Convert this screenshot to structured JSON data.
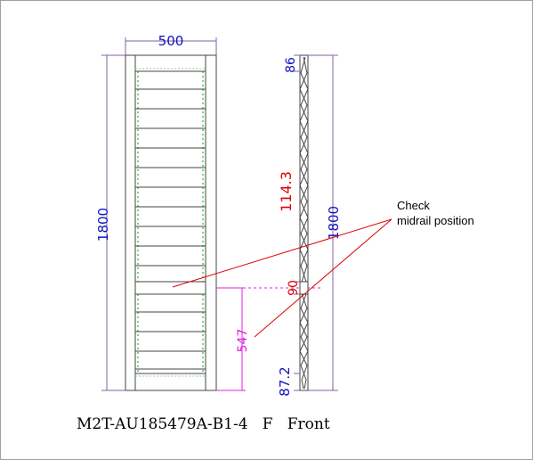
{
  "drawing": {
    "caption": "M2T-AU185479A-B1-4   F   Front",
    "front_view": {
      "width_label": "500",
      "height_label": "1800",
      "midrail_offset_label": "547"
    },
    "side_view": {
      "height_label": "1800",
      "top_label": "86",
      "louvre_spacing_label": "114.3",
      "midrail_label": "90",
      "bottom_label": "87.2"
    },
    "note": {
      "line1": "Check",
      "line2": "midrail position"
    },
    "colors": {
      "frame": "#555555",
      "dimension_blue": "#1010c0",
      "dimension_red": "#e00000",
      "dimension_magenta": "#e020e0",
      "leader_red": "#e00000",
      "dashed_green": "#00a000",
      "dimension_purple": "#8060a0"
    }
  }
}
